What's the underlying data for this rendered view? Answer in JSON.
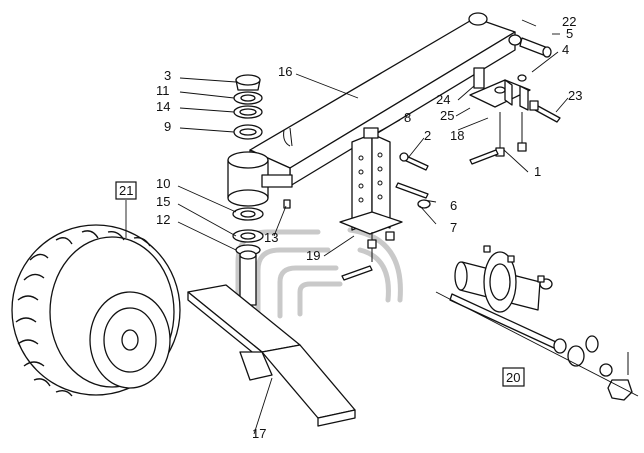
{
  "colors": {
    "line": "#111111",
    "background": "#ffffff",
    "watermark": "#c9c9c9"
  },
  "callouts": [
    {
      "id": "c22",
      "text": "22"
    },
    {
      "id": "c5",
      "text": "5"
    },
    {
      "id": "c4",
      "text": "4"
    },
    {
      "id": "c16",
      "text": "16"
    },
    {
      "id": "c3",
      "text": "3"
    },
    {
      "id": "c11",
      "text": "11"
    },
    {
      "id": "c14",
      "text": "14"
    },
    {
      "id": "c9",
      "text": "9"
    },
    {
      "id": "c24",
      "text": "24"
    },
    {
      "id": "c25",
      "text": "25"
    },
    {
      "id": "c23",
      "text": "23"
    },
    {
      "id": "c8",
      "text": "8"
    },
    {
      "id": "c18",
      "text": "18"
    },
    {
      "id": "c2",
      "text": "2"
    },
    {
      "id": "c1",
      "text": "1"
    },
    {
      "id": "c10",
      "text": "10"
    },
    {
      "id": "c15",
      "text": "15"
    },
    {
      "id": "c12",
      "text": "12"
    },
    {
      "id": "c13",
      "text": "13"
    },
    {
      "id": "c6",
      "text": "6"
    },
    {
      "id": "c7",
      "text": "7"
    },
    {
      "id": "c19",
      "text": "19"
    },
    {
      "id": "c17",
      "text": "17"
    }
  ],
  "boxed_callouts": [
    {
      "id": "b21",
      "text": "21"
    },
    {
      "id": "b20",
      "text": "20"
    }
  ]
}
